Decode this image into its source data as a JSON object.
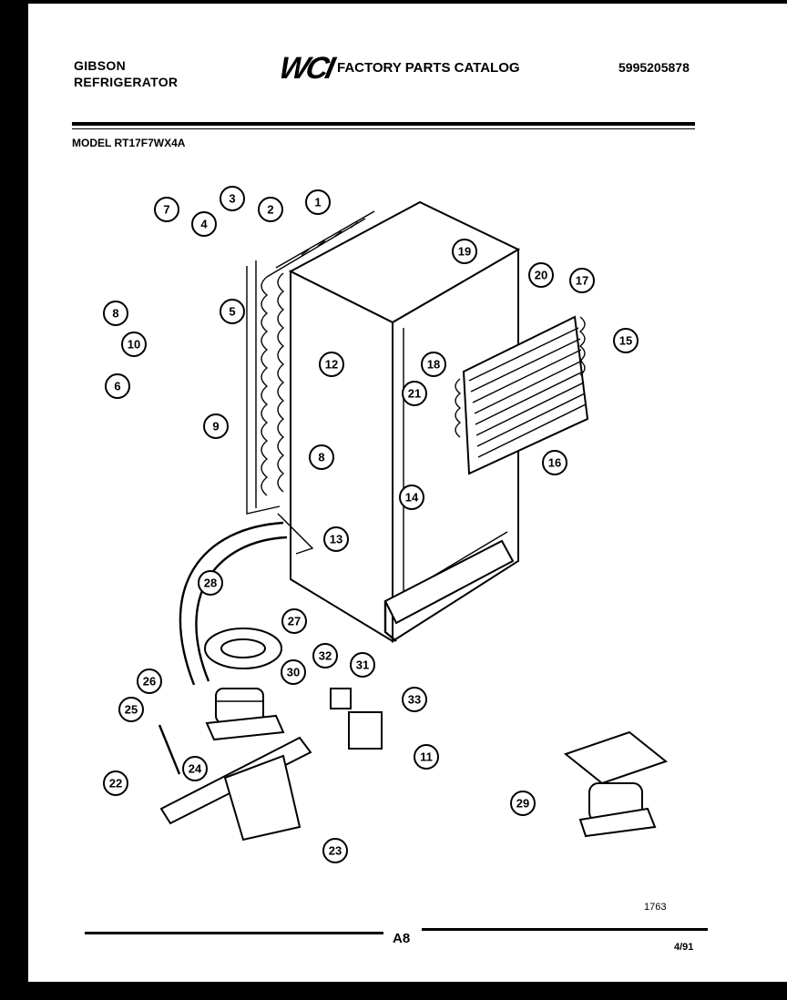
{
  "header": {
    "brand_line1": "GIBSON",
    "brand_line2": "REFRIGERATOR",
    "logo_text": "WCI",
    "catalog_title": "FACTORY PARTS CATALOG",
    "catalog_number": "5995205878"
  },
  "model": "MODEL RT17F7WX4A",
  "footer": {
    "drawing_number": "1763",
    "page_id": "A8",
    "date_code": "4/91"
  },
  "callouts": [
    "1",
    "2",
    "3",
    "4",
    "5",
    "6",
    "7",
    "8",
    "8",
    "9",
    "10",
    "11",
    "12",
    "13",
    "14",
    "15",
    "16",
    "18",
    "19",
    "20",
    "17",
    "21",
    "22",
    "23",
    "24",
    "25",
    "26",
    "27",
    "28",
    "29",
    "30",
    "31",
    "32",
    "33"
  ]
}
